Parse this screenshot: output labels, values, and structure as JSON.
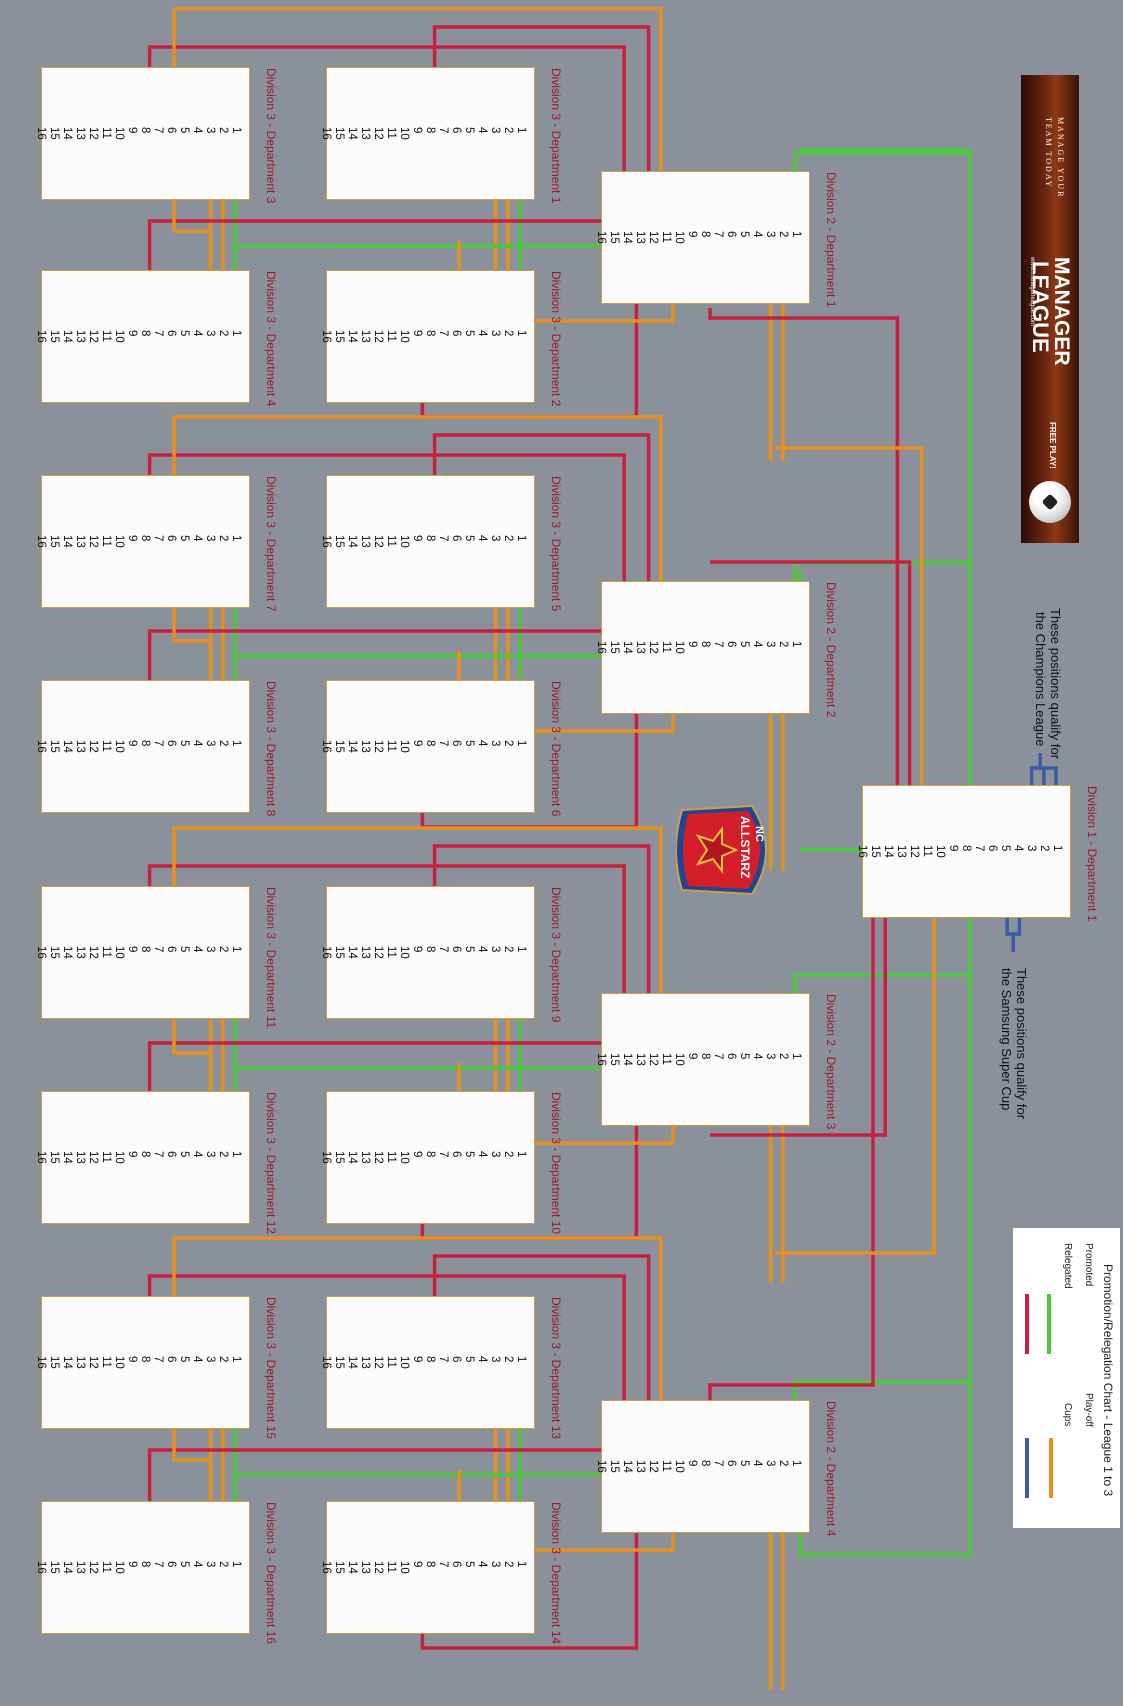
{
  "divisions": {
    "div1": [
      {
        "name": "Division 1 - Department 1"
      }
    ],
    "div2": [
      {
        "name": "Division 2 - Department 1"
      },
      {
        "name": "Division 2 - Department 2"
      },
      {
        "name": "Division 2 - Department 3"
      },
      {
        "name": "Division 2 - Department 4"
      }
    ],
    "div3": [
      {
        "name": "Division 3 - Department 1"
      },
      {
        "name": "Division 3 - Department 2"
      },
      {
        "name": "Division 3 - Department 3"
      },
      {
        "name": "Division 3 - Department 4"
      },
      {
        "name": "Division 3 - Department 5"
      },
      {
        "name": "Division 3 - Department 6"
      },
      {
        "name": "Division 3 - Department 7"
      },
      {
        "name": "Division 3 - Department 8"
      },
      {
        "name": "Division 3 - Department 9"
      },
      {
        "name": "Division 3 - Department 10"
      },
      {
        "name": "Division 3 - Department 11"
      },
      {
        "name": "Division 3 - Department 12"
      },
      {
        "name": "Division 3 - Department 13"
      },
      {
        "name": "Division 3 - Department 14"
      },
      {
        "name": "Division 3 - Department 15"
      },
      {
        "name": "Division 3 - Department 16"
      }
    ]
  },
  "positions": [
    "1",
    "2",
    "3",
    "4",
    "5",
    "6",
    "7",
    "8",
    "9",
    "10",
    "11",
    "12",
    "13",
    "14",
    "15",
    "16"
  ],
  "banner": {
    "tagline_1": "MANAGE YOUR",
    "tagline_2": "TEAM TODAY",
    "brand_1": "MANAGER",
    "brand_2": "LEAGUE",
    "url": "www.managerleague.com",
    "cta": "FREE PLAY!"
  },
  "crest": {
    "line_1": "NC",
    "line_2": "ALLSTARZ"
  },
  "notes": {
    "champions_1": "These positions qualify for",
    "champions_2": "the Champions League",
    "supercup_1": "These positions qualify for",
    "supercup_2": "the Samsung Super Cup"
  },
  "legend": {
    "title": "Promotion/Relegation Chart - League 1 to 3",
    "promoted": "Promoted",
    "relegated": "Relegated",
    "playoff": "Play-off",
    "cups": "Cups"
  },
  "colors": {
    "promoted": "#4bc93a",
    "relegated": "#c8203f",
    "playoff": "#e8901e",
    "cups": "#3b5aa8",
    "title": "#9a1b2a",
    "background": "#8b919b"
  }
}
